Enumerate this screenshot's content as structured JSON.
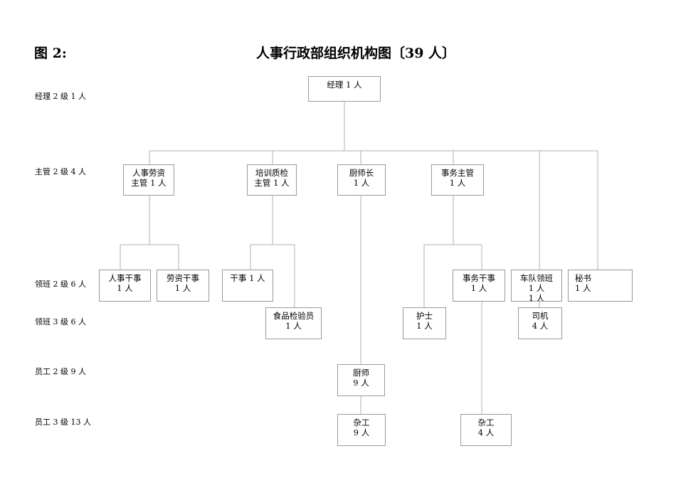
{
  "figure_label": "图 2:",
  "title": "人事行政部组织机构图〔39 人〕",
  "levels": [
    {
      "text": "经理 2 级 1 人"
    },
    {
      "text": "主管 2 级 4 人"
    },
    {
      "text": "领班 2 级 6 人"
    },
    {
      "text": "领班 3 级 6 人"
    },
    {
      "text": "员工 2 级 9 人"
    },
    {
      "text": "员工 3 级 13 人"
    }
  ],
  "nodes": {
    "manager": {
      "line1": "经理 1 人"
    },
    "hr_supervisor": {
      "line1": "人事劳资",
      "line2": "主管 1 人"
    },
    "training_qc_supervisor": {
      "line1": "培训质检",
      "line2": "主管 1 人"
    },
    "head_chef": {
      "line1": "厨师长",
      "line2": "1 人"
    },
    "affairs_supervisor": {
      "line1": "事务主管",
      "line2": "1 人"
    },
    "hr_clerk": {
      "line1": "人事干事",
      "line2": "1 人"
    },
    "labor_clerk": {
      "line1": "劳资干事",
      "line2": "1 人"
    },
    "training_clerk": {
      "line1": "干事 1 人"
    },
    "food_inspector": {
      "line1": "食品检验员",
      "line2": "1 人"
    },
    "affairs_clerk": {
      "line1": "事务干事",
      "line2": "1 人"
    },
    "nurse": {
      "line1": "护士",
      "line2": "1 人"
    },
    "fleet_leader": {
      "line1": "车队领班",
      "line2": "1 人",
      "line3": "1 人"
    },
    "driver": {
      "line1": "司机",
      "line2": "4 人"
    },
    "secretary": {
      "line1": "秘书",
      "line2": "1 人"
    },
    "chef": {
      "line1": "厨师",
      "line2": "9 人"
    },
    "kitchen_helper": {
      "line1": "杂工",
      "line2": "9 人"
    },
    "affairs_helper": {
      "line1": "杂工",
      "line2": "4 人"
    }
  }
}
